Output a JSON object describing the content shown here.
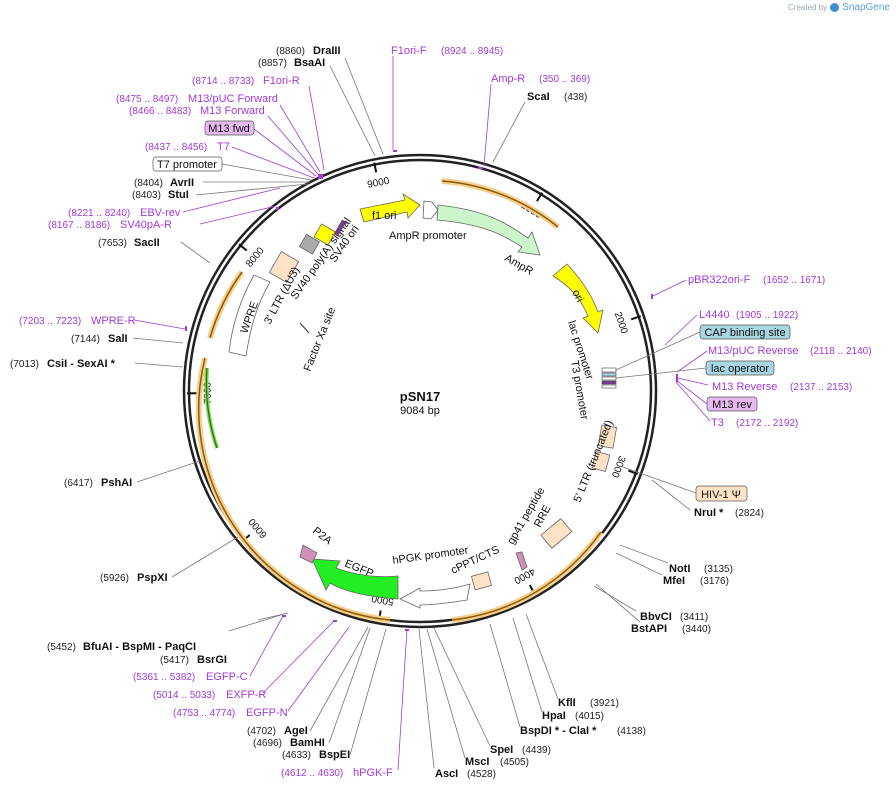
{
  "credit": {
    "text": "Created by",
    "brand": "SnapGene"
  },
  "plasmid": {
    "name": "pSN17",
    "size": "9084 bp"
  },
  "ticks": [
    {
      "label": "1000",
      "bp": 1000
    },
    {
      "label": "2000",
      "bp": 2000
    },
    {
      "label": "3000",
      "bp": 3000
    },
    {
      "label": "4000",
      "bp": 4000
    },
    {
      "label": "5000",
      "bp": 5000
    },
    {
      "label": "6000",
      "bp": 6000
    },
    {
      "label": "7000",
      "bp": 7000
    },
    {
      "label": "8000",
      "bp": 8000
    },
    {
      "label": "9000",
      "bp": 9000
    }
  ],
  "enzymes": [
    {
      "pos": "(8860)",
      "name": "DraIII"
    },
    {
      "pos": "(8857)",
      "name": "BsaAI"
    },
    {
      "pos": "(438)",
      "name": "ScaI"
    },
    {
      "pos": "(8404)",
      "name": "AvrII"
    },
    {
      "pos": "(8403)",
      "name": "StuI"
    },
    {
      "pos": "(7653)",
      "name": "SacII"
    },
    {
      "pos": "(7144)",
      "name": "SalI"
    },
    {
      "pos": "(7013)",
      "name": "CsiI  - SexAI *"
    },
    {
      "pos": "(6417)",
      "name": "PshAI"
    },
    {
      "pos": "(5926)",
      "name": "PspXI"
    },
    {
      "pos": "(5452)",
      "name": "BfuAI  - BspMI  - PaqCI"
    },
    {
      "pos": "(5417)",
      "name": "BsrGI"
    },
    {
      "pos": "(4702)",
      "name": "AgeI"
    },
    {
      "pos": "(4696)",
      "name": "BamHI"
    },
    {
      "pos": "(4633)",
      "name": "BspEI"
    },
    {
      "pos": "(4528)",
      "name": "AscI"
    },
    {
      "pos": "(4505)",
      "name": "MscI"
    },
    {
      "pos": "(4439)",
      "name": "SpeI"
    },
    {
      "pos": "(4138)",
      "name": "BspDI *  - ClaI *"
    },
    {
      "pos": "(4015)",
      "name": "HpaI"
    },
    {
      "pos": "(3921)",
      "name": "KflI"
    },
    {
      "pos": "(3440)",
      "name": "BstAPI"
    },
    {
      "pos": "(3411)",
      "name": "BbvCI"
    },
    {
      "pos": "(3176)",
      "name": "MfeI"
    },
    {
      "pos": "(3135)",
      "name": "NotI"
    },
    {
      "pos": "(2824)",
      "name": "NruI *"
    }
  ],
  "primers": [
    {
      "name": "F1ori-F",
      "pos": "(8924 .. 8945)"
    },
    {
      "name": "Amp-R",
      "pos": "(350 .. 369)"
    },
    {
      "name": "F1ori-R",
      "pos": "(8714 .. 8733)"
    },
    {
      "name": "M13/pUC Forward",
      "pos": "(8475 .. 8497)"
    },
    {
      "name": "M13 Forward",
      "pos": "(8466 .. 8483)"
    },
    {
      "name": "T7",
      "pos": "(8437 .. 8456)"
    },
    {
      "name": "EBV-rev",
      "pos": "(8221 .. 8240)"
    },
    {
      "name": "SV40pA-R",
      "pos": "(8167 .. 8186)"
    },
    {
      "name": "WPRE-R",
      "pos": "(7203 .. 7223)"
    },
    {
      "name": "pBR322ori-F",
      "pos": "(1652 .. 1671)"
    },
    {
      "name": "L4440",
      "pos": "(1905 .. 1922)"
    },
    {
      "name": "M13/pUC Reverse",
      "pos": "(2118 .. 2140)"
    },
    {
      "name": "M13 Reverse",
      "pos": "(2137 .. 2153)"
    },
    {
      "name": "T3",
      "pos": "(2172 .. 2192)"
    },
    {
      "name": "EGFP-C",
      "pos": "(5361 .. 5382)"
    },
    {
      "name": "EXFP-R",
      "pos": "(5014 .. 5033)"
    },
    {
      "name": "EGFP-N",
      "pos": "(4753 .. 4774)"
    },
    {
      "name": "hPGK-F",
      "pos": "(4612 .. 4630)"
    }
  ],
  "boxed": {
    "m13fwd": "M13 fwd",
    "t7promoter": "T7 promoter",
    "cap": "CAP binding site",
    "lacop": "lac operator",
    "m13rev": "M13 rev",
    "hiv": "HIV-1 Ψ"
  },
  "features": {
    "f1ori": "f1 ori",
    "amppromoter": "AmpR promoter",
    "ampr": "AmpR",
    "ori": "ori",
    "lacpromoter": "lac promoter",
    "t3promoter": "T3 promoter",
    "ltr5": "5' LTR (truncated)",
    "rre": "RRE",
    "gp41": "gp41 peptide",
    "cppt": "cPPT/CTS",
    "hpgk": "hPGK promoter",
    "egfp": "EGFP",
    "p2a": "P2A",
    "factorxa": "Factor Xa site",
    "wpre": "WPRE",
    "ltr3": "3' LTR (ΔU3)",
    "sv40polya": "SV40 poly(A) signal",
    "sv40ori": "SV40 ori"
  },
  "colors": {
    "primer": "#a23ad6",
    "backbone": "#222222",
    "orf": "#f0a030",
    "f1ori": "#ffff00",
    "ampr": "#ccf5cc",
    "egfp": "#22ee22",
    "ltr": "#fde2c6",
    "cap": "#a8d6e0",
    "m13": "#e8b8f0",
    "hiv": "#fde2c6"
  }
}
